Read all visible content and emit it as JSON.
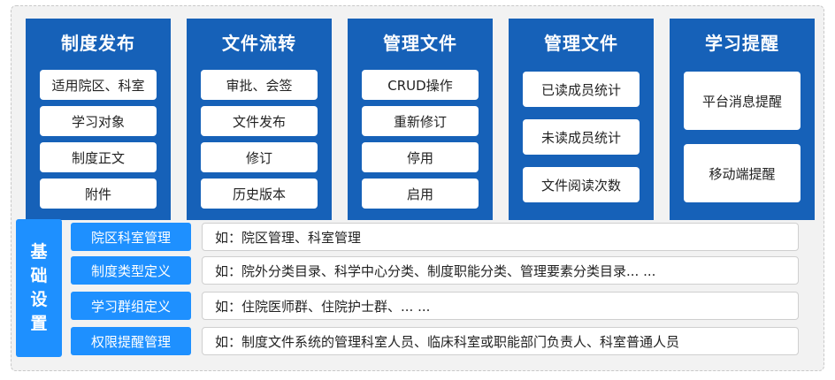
{
  "modules": [
    {
      "title": "制度发布",
      "items": [
        "适用院区、科室",
        "学习对象",
        "制度正文",
        "附件"
      ]
    },
    {
      "title": "文件流转",
      "items": [
        "审批、会签",
        "文件发布",
        "修订",
        "历史版本"
      ]
    },
    {
      "title": "管理文件",
      "items": [
        "CRUD操作",
        "重新修订",
        "停用",
        "启用"
      ]
    },
    {
      "title": "管理文件",
      "items": [
        "已读成员统计",
        "未读成员统计",
        "文件阅读次数"
      ]
    },
    {
      "title": "学习提醒",
      "items": [
        "平台消息提醒",
        "移动端提醒"
      ]
    }
  ],
  "base": {
    "label_chars": [
      "基",
      "础",
      "设",
      "置"
    ],
    "rows": [
      {
        "label": "院区科室管理",
        "value": "如：院区管理、科室管理"
      },
      {
        "label": "制度类型定义",
        "value": "如：院外分类目录、科学中心分类、制度职能分类、管理要素分类目录... ..."
      },
      {
        "label": "学习群组定义",
        "value": "如：住院医师群、住院护士群、... ..."
      },
      {
        "label": "权限提醒管理",
        "value": "如：制度文件系统的管理科室人员、临床科室或职能部门负责人、科室普通人员"
      }
    ]
  },
  "colors": {
    "card": "#1661b8",
    "base_label": "#1e90ff"
  }
}
